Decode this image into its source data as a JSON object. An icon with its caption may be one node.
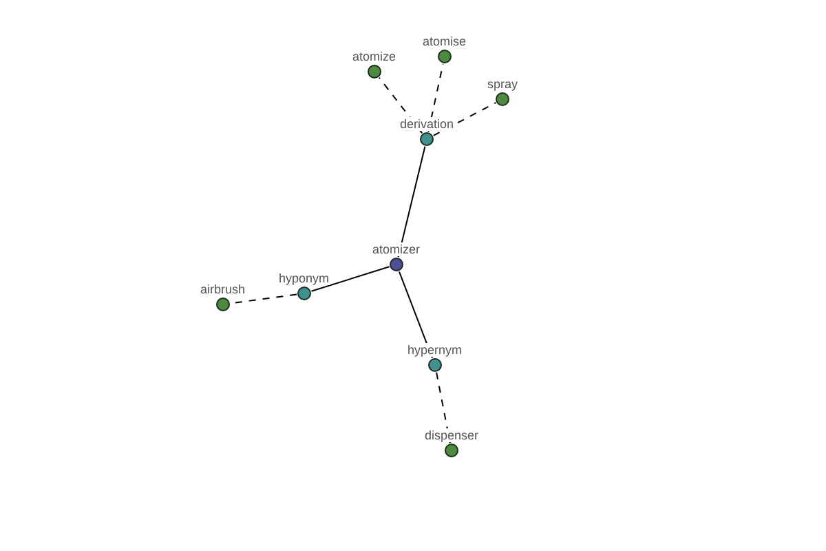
{
  "diagram": {
    "nodes": [
      {
        "text": [
          "atomizer"
        ]
      },
      {
        "text": [
          "derivation"
        ]
      },
      {
        "text": [
          "hyponym"
        ]
      },
      {
        "text": [
          "hypernym"
        ]
      },
      {
        "text": [
          "atomize"
        ]
      },
      {
        "text": [
          "atomise"
        ]
      },
      {
        "text": [
          "spray"
        ]
      },
      {
        "text": [
          "airbrush"
        ]
      },
      {
        "text": [
          "dispenser"
        ]
      }
    ],
    "edges": [
      {
        "from": 0,
        "to": 1,
        "arrow": "none"
      },
      {
        "from": 0,
        "to": 2,
        "arrow": "none"
      },
      {
        "from": 0,
        "to": 3,
        "arrow": "none"
      },
      {
        "from": 1,
        "to": 4,
        "arrow": "none",
        "style": "dashed"
      },
      {
        "from": 1,
        "to": 5,
        "arrow": "none",
        "style": "dashed"
      },
      {
        "from": 1,
        "to": 6,
        "arrow": "none",
        "style": "dashed"
      },
      {
        "from": 2,
        "to": 7,
        "arrow": "none",
        "style": "dashed"
      },
      {
        "from": 3,
        "to": 8,
        "arrow": "none",
        "style": "dashed"
      }
    ]
  }
}
